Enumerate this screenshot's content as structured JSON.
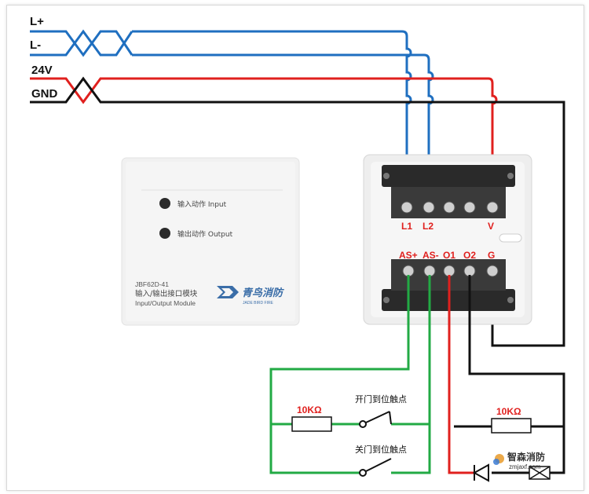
{
  "power_bus": {
    "l_plus": "L+",
    "l_minus": "L-",
    "v24": "24V",
    "gnd": "GND"
  },
  "module_front": {
    "indicator_input": "输入动作 Input",
    "indicator_output": "输出动作 Output",
    "model": "JBF62D-41",
    "name_cn": "输入/输出接口模块",
    "name_en": "Input/Output Module",
    "brand_cn": "青鸟消防",
    "brand_en": "JADE BIRD FIRE"
  },
  "terminals": {
    "top": [
      "L1",
      "L2",
      "V"
    ],
    "bottom": [
      "AS+",
      "AS-",
      "O1",
      "O2",
      "G"
    ]
  },
  "components": {
    "resistor_left": "10KΩ",
    "resistor_right": "10KΩ",
    "contact_open": "开门到位触点",
    "contact_close": "关门到位触点"
  },
  "watermark": {
    "text": "智森消防",
    "url": "zmjaxf.com"
  },
  "colors": {
    "blue": "#1f6fc0",
    "red": "#e0201e",
    "black": "#111111",
    "green": "#22aa44",
    "label_red": "#e0201e"
  }
}
